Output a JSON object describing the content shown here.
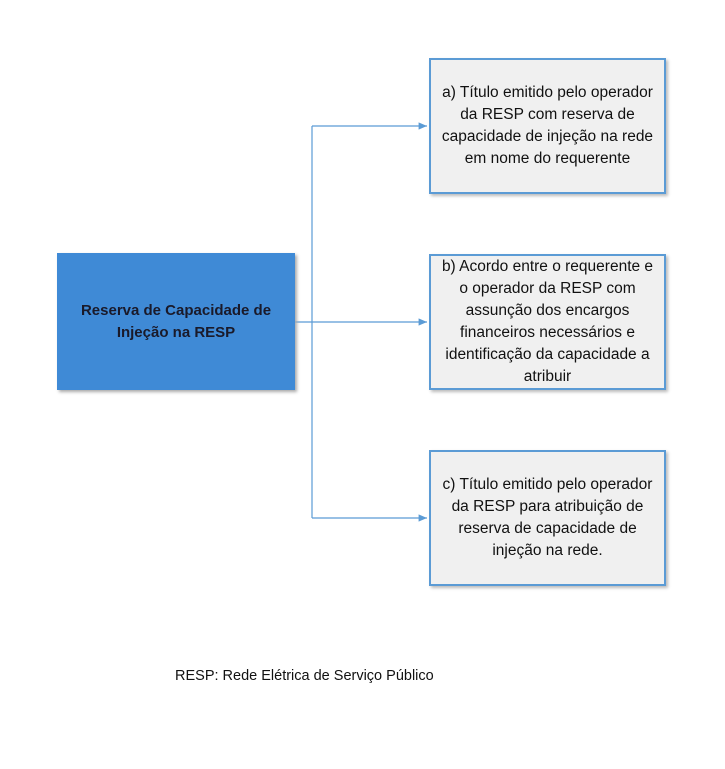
{
  "main_node": "Reserva de Capacidade de Injeção na RESP",
  "options": [
    "a) Título emitido pelo operador da RESP com reserva de capacidade de injeção na rede em nome do requerente",
    "b) Acordo entre o requerente e o operador da RESP com assunção dos encargos financeiros necessários e identificação da capacidade a atribuir",
    "c) Título emitido pelo operador da RESP para atribuição de reserva de capacidade de injeção na rede."
  ],
  "footnote": "RESP: Rede Elétrica de Serviço Público",
  "colors": {
    "main": "#3f8ad6",
    "line": "#5b9bd5",
    "box": "#f0f0f0"
  }
}
